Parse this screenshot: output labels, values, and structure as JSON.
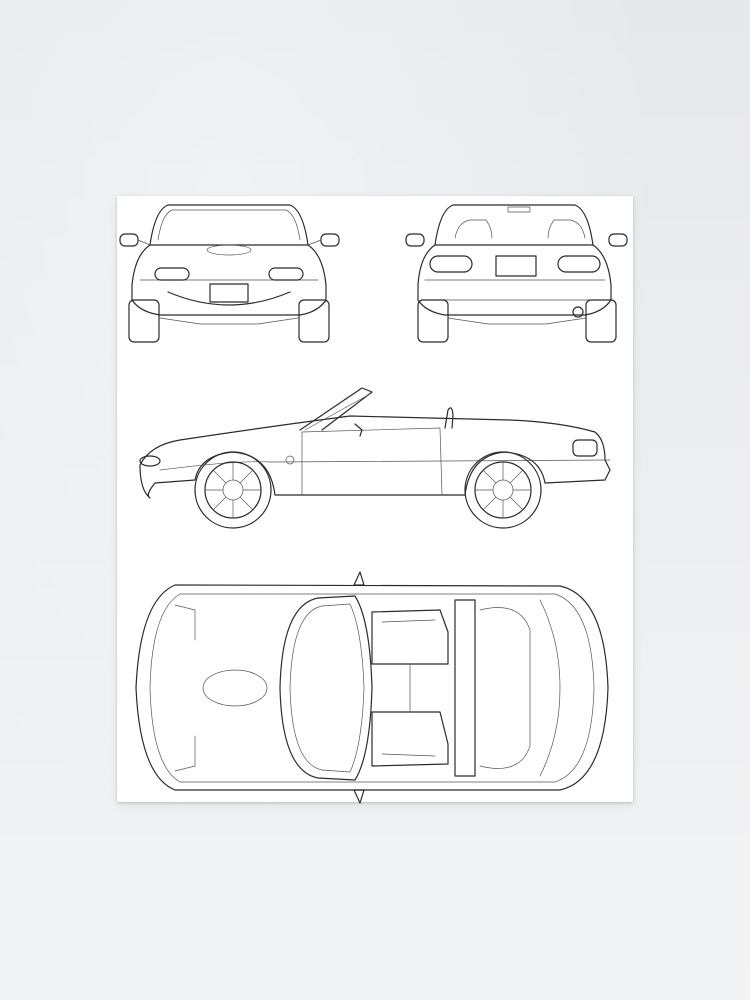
{
  "wall": {
    "color": "#eceef1"
  },
  "poster": {
    "background": "#ffffff",
    "line_color": "#2b2b2b"
  },
  "views": [
    "front-view",
    "rear-view",
    "side-view",
    "top-view"
  ]
}
